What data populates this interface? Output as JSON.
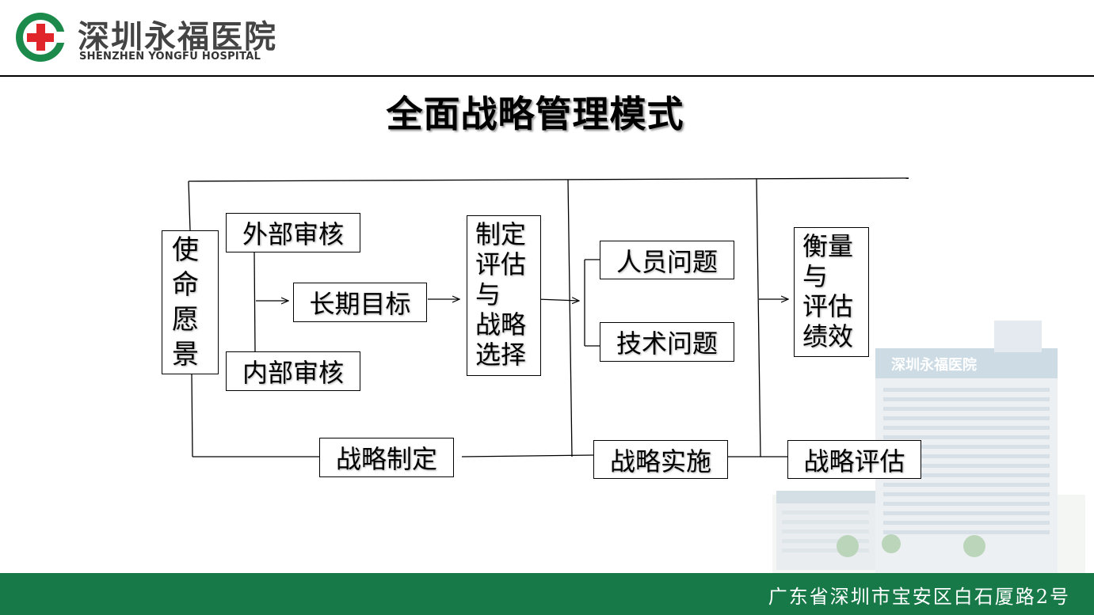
{
  "header": {
    "logo_cn": "深圳永福医院",
    "logo_en": "SHENZHEN YONGFU HOSPITAL"
  },
  "title": "全面战略管理模式",
  "nodes": {
    "mission": [
      "使",
      "命",
      "愿",
      "景"
    ],
    "external_audit": "外部审核",
    "internal_audit": "内部审核",
    "long_term_goal": "长期目标",
    "formulate": [
      "制定",
      "评估",
      "与",
      "战略",
      "选择"
    ],
    "people_issue": "人员问题",
    "tech_issue": "技术问题",
    "measure": [
      "衡量",
      "与",
      "评估",
      "绩效"
    ],
    "strategy_formulation": "战略制定",
    "strategy_implementation": "战略实施",
    "strategy_evaluation": "战略评估"
  },
  "background_building_sign": "深圳永福医院",
  "footer": {
    "address": "广东省深圳市宝安区白石厦路2号"
  },
  "colors": {
    "brand_green": "#177848",
    "logo_red": "#e0262b"
  }
}
